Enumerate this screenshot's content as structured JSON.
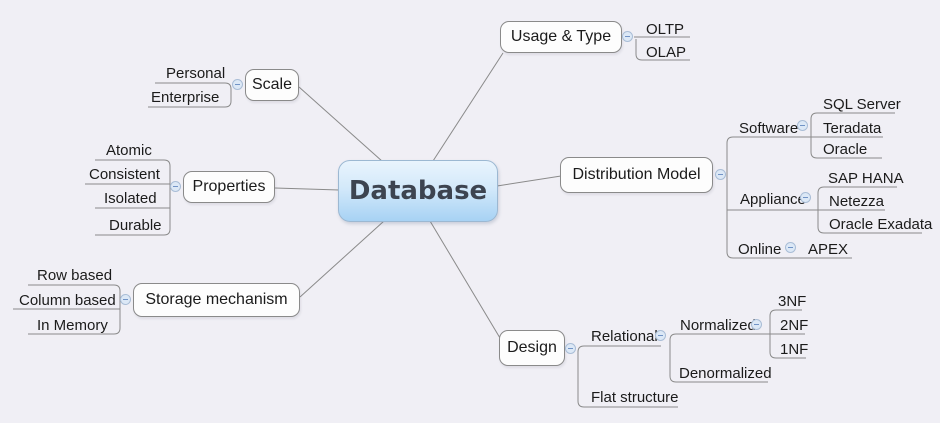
{
  "root": {
    "label": "Database"
  },
  "branches": {
    "usage_type": {
      "label": "Usage & Type",
      "children": {
        "oltp": "OLTP",
        "olap": "OLAP"
      }
    },
    "scale": {
      "label": "Scale",
      "children": {
        "personal": "Personal",
        "enterprise": "Enterprise"
      }
    },
    "properties": {
      "label": "Properties",
      "children": {
        "atomic": "Atomic",
        "consistent": "Consistent",
        "isolated": "Isolated",
        "durable": "Durable"
      }
    },
    "storage": {
      "label": "Storage mechanism",
      "children": {
        "row_based": "Row based",
        "column_based": "Column based",
        "in_memory": "In Memory"
      }
    },
    "distribution": {
      "label": "Distribution Model",
      "children": {
        "software": {
          "label": "Software",
          "children": {
            "sql_server": "SQL Server",
            "teradata": "Teradata",
            "oracle": "Oracle"
          }
        },
        "appliance": {
          "label": "Appliance",
          "children": {
            "sap_hana": "SAP HANA",
            "netezza": "Netezza",
            "oracle_exadata": "Oracle Exadata"
          }
        },
        "online": {
          "label": "Online",
          "children": {
            "apex": "APEX"
          }
        }
      }
    },
    "design": {
      "label": "Design",
      "children": {
        "relational": {
          "label": "Relational",
          "children": {
            "normalized": {
              "label": "Normalized",
              "children": {
                "nf3": "3NF",
                "nf2": "2NF",
                "nf1": "1NF"
              }
            },
            "denormalized": {
              "label": "Denormalized"
            }
          }
        },
        "flat_structure": {
          "label": "Flat structure"
        }
      }
    }
  },
  "colors": {
    "background": "#f0eff5",
    "connector_line": "#8a8a8a",
    "root_gradient_top": "#e9f4fd",
    "root_gradient_bottom": "#a7d2f4",
    "root_text": "#3d4450",
    "node_border": "#8a8a8a",
    "collapse_icon_fill": "#dce8f6",
    "collapse_icon_minus": "#7193c6"
  }
}
